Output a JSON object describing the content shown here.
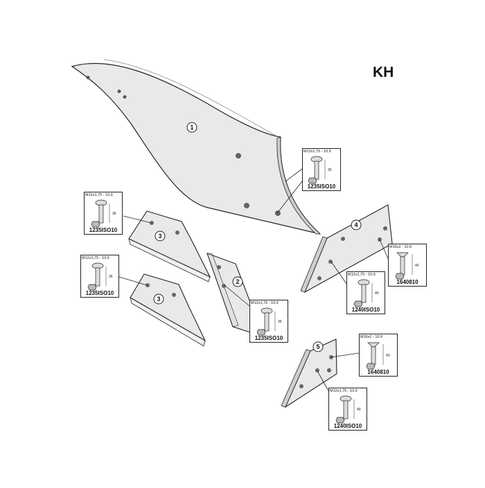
{
  "title": "KH",
  "part_labels": [
    "1",
    "2",
    "3",
    "3",
    "4",
    "5"
  ],
  "callouts": [
    {
      "spec": "M12x1,75 - 10.9",
      "length": "35",
      "code": "1235ISO10"
    },
    {
      "spec": "M12x1,75 - 10.9",
      "length": "35",
      "code": "1235ISO10"
    },
    {
      "spec": "M12x1,75 - 10.9",
      "length": "35",
      "code": "1235ISO10"
    },
    {
      "spec": "M12x1,75 - 10.9",
      "length": "35",
      "code": "1235ISO10"
    },
    {
      "spec": "M16x2 - 10.9",
      "length": "40",
      "code": "1640810"
    },
    {
      "spec": "M12x1,75 - 10.9",
      "length": "40",
      "code": "1240ISO10"
    },
    {
      "spec": "M16x2 - 10.9",
      "length": "40",
      "code": "1640810"
    },
    {
      "spec": "M12x1,75 - 10.9",
      "length": "40",
      "code": "1240ISO10"
    }
  ]
}
